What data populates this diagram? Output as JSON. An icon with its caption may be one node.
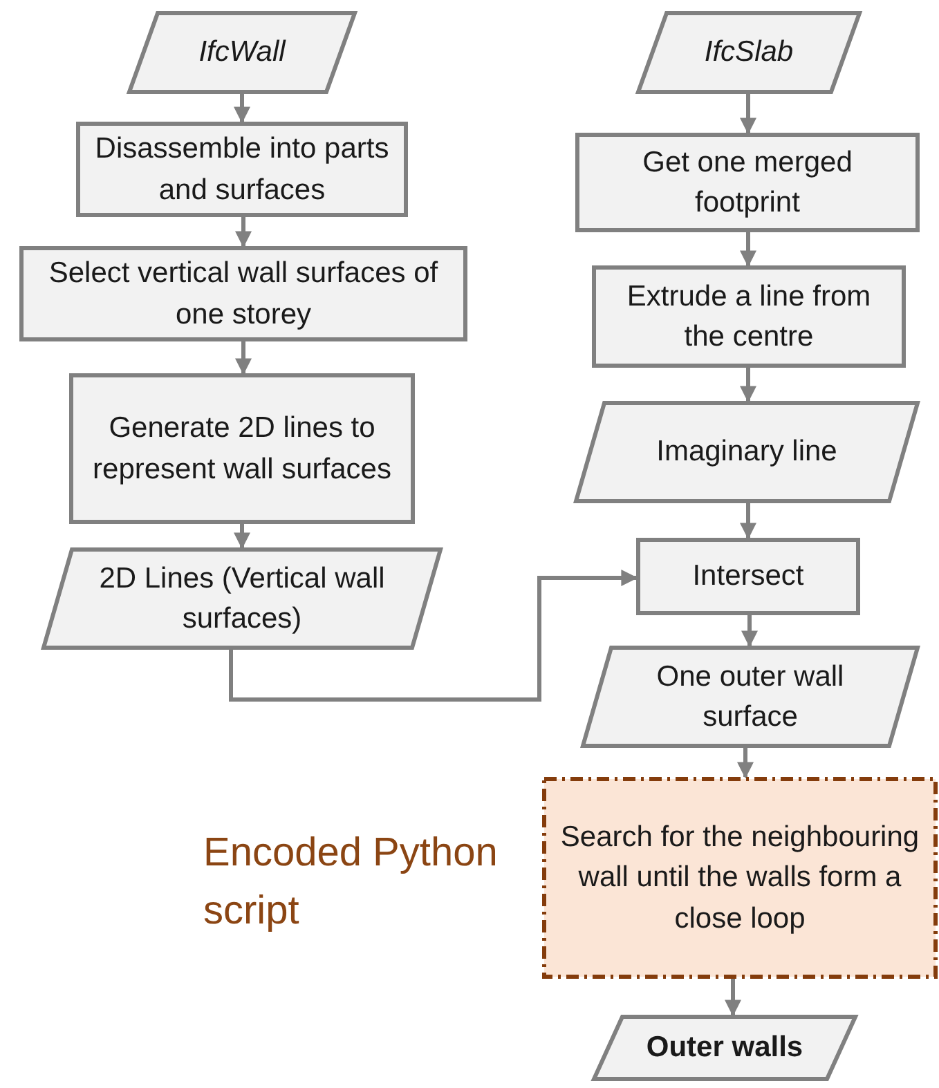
{
  "diagram": {
    "nodes": [
      {
        "text": [
          "IfcWall"
        ]
      },
      {
        "text": [
          "Disassemble into parts and surfaces"
        ]
      },
      {
        "text": [
          "Select vertical wall surfaces of one storey"
        ]
      },
      {
        "text": [
          "Generate 2D lines to represent wall surfaces"
        ]
      },
      {
        "text": [
          "2D Lines (Vertical wall surfaces)"
        ]
      },
      {
        "text": [
          "IfcSlab"
        ]
      },
      {
        "text": [
          "Get one merged footprint"
        ]
      },
      {
        "text": [
          "Extrude a line from the centre"
        ]
      },
      {
        "text": [
          "Imaginary line"
        ]
      },
      {
        "text": [
          "Intersect"
        ]
      },
      {
        "text": [
          "One outer wall surface"
        ]
      },
      {
        "text": [
          "Search for the neighbouring wall until the walls form a close loop"
        ]
      },
      {
        "text": [
          "Outer walls"
        ]
      }
    ],
    "edges": [
      {
        "from": 0,
        "to": 1,
        "arrow": "to"
      },
      {
        "from": 1,
        "to": 2,
        "arrow": "to"
      },
      {
        "from": 2,
        "to": 3,
        "arrow": "to"
      },
      {
        "from": 3,
        "to": 4,
        "arrow": "to"
      },
      {
        "from": 5,
        "to": 6,
        "arrow": "to"
      },
      {
        "from": 6,
        "to": 7,
        "arrow": "to"
      },
      {
        "from": 7,
        "to": 8,
        "arrow": "to"
      },
      {
        "from": 8,
        "to": 9,
        "arrow": "to"
      },
      {
        "from": 4,
        "to": 9,
        "arrow": "to"
      },
      {
        "from": 9,
        "to": 10,
        "arrow": "to"
      },
      {
        "from": 10,
        "to": 11,
        "arrow": "to"
      },
      {
        "from": 11,
        "to": 12,
        "arrow": "to"
      }
    ],
    "labels": [
      "Encoded Python script"
    ]
  }
}
